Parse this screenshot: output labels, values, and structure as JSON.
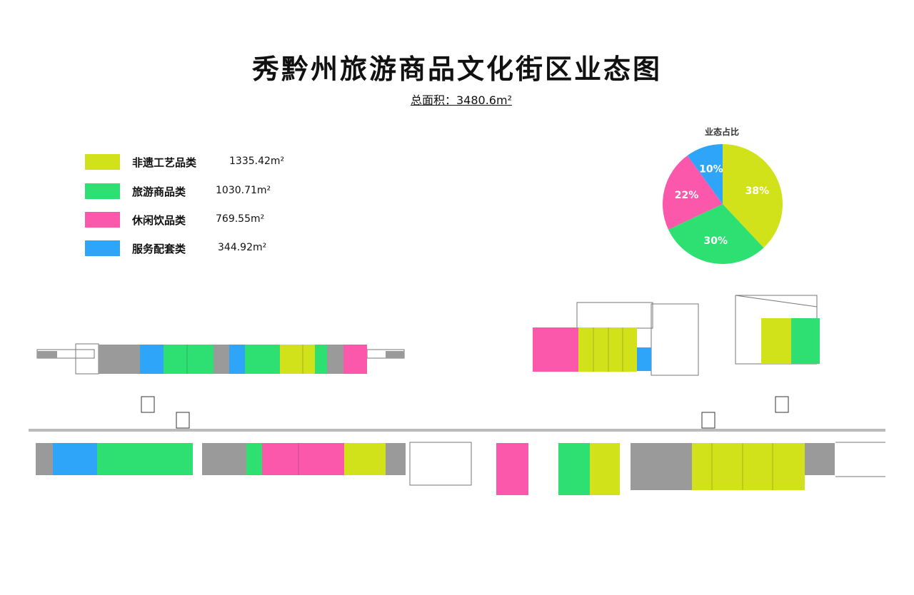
{
  "title": "秀黔州旅游商品文化街区业态图",
  "subtitle": "总面积：3480.6m²",
  "legend": [
    {
      "label": "非遗工艺品类",
      "value": "1335.42m²",
      "color": "#d1e21a"
    },
    {
      "label": "旅游商品类",
      "value": "1030.71m²",
      "color": "#2ee072"
    },
    {
      "label": "休闲饮品类",
      "value": "769.55m²",
      "color": "#fc58ab"
    },
    {
      "label": "服务配套类",
      "value": "344.92m²",
      "color": "#2fa5f9"
    }
  ],
  "chart_data": {
    "type": "pie",
    "title": "业态占比",
    "slices": [
      {
        "label": "38%",
        "value": 38,
        "color": "#d1e21a"
      },
      {
        "label": "30%",
        "value": 30,
        "color": "#2ee072"
      },
      {
        "label": "22%",
        "value": 22,
        "color": "#fc58ab"
      },
      {
        "label": "10%",
        "value": 10,
        "color": "#2fa5f9"
      }
    ]
  },
  "colors": {
    "craft": "#d1e21a",
    "goods": "#2ee072",
    "drinks": "#fc58ab",
    "service": "#2fa5f9",
    "stair": "#9a9a9a"
  }
}
